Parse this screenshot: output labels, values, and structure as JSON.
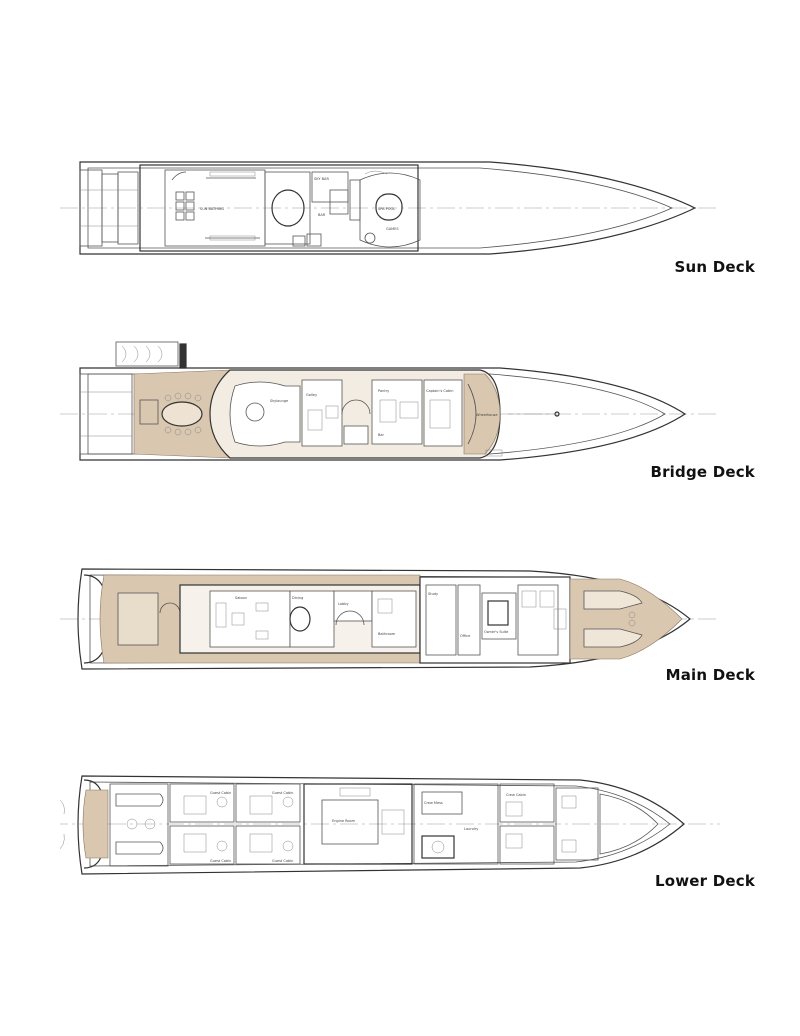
{
  "decks": [
    {
      "id": "sun",
      "label": "Sun Deck",
      "rooms": [
        "SUN BATHING",
        "BAR",
        "SKY BAR",
        "SPA POOL",
        "GAMES"
      ]
    },
    {
      "id": "bridge",
      "label": "Bridge Deck",
      "rooms": [
        "Skylounge",
        "Galley",
        "Pantry",
        "Bar",
        "Wheelhouse",
        "Captain's Cabin"
      ]
    },
    {
      "id": "main",
      "label": "Main Deck",
      "rooms": [
        "Saloon",
        "Dining",
        "Lobby",
        "Study",
        "Owner's Suite",
        "Office",
        "Bathroom"
      ]
    },
    {
      "id": "lower",
      "label": "Lower Deck",
      "rooms": [
        "Guest Cabin",
        "Guest Cabin",
        "Guest Cabin",
        "Guest Cabin",
        "Engine Room",
        "Crew Mess",
        "Crew Cabin",
        "Laundry"
      ]
    }
  ],
  "colors": {
    "deck_wood": "#d9c7b0",
    "line": "#555555",
    "label": "#111111"
  }
}
